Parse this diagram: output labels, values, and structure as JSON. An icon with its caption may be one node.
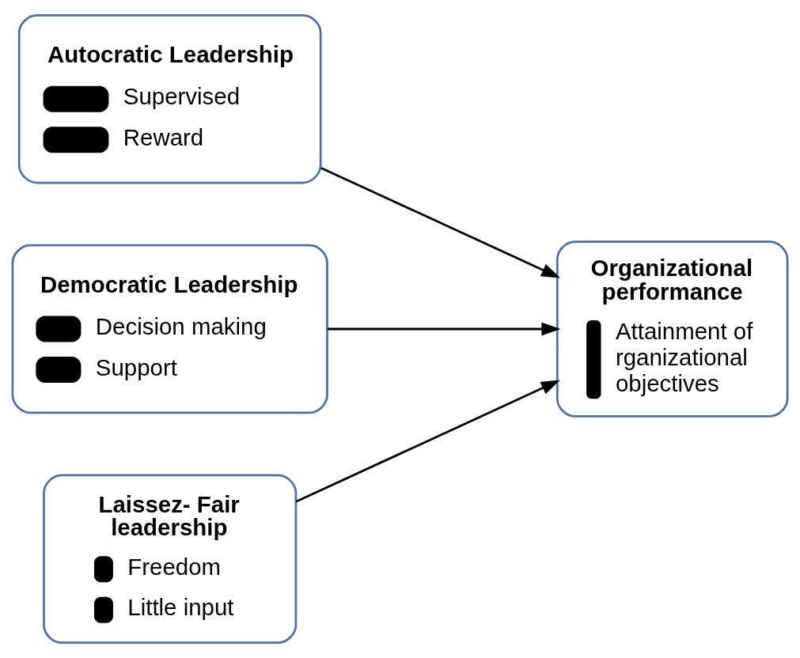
{
  "diagram": {
    "nodes": [
      {
        "text": [
          "Autocratic Leadership",
          "Supervised",
          "Reward"
        ]
      },
      {
        "text": [
          "Democratic Leadership",
          "Decision making",
          "Support"
        ]
      },
      {
        "text": [
          "Laissez- Fair leadership",
          "Freedom",
          "Little input"
        ]
      },
      {
        "text": [
          "Organizational performance",
          "Attainment of rganizational objectives"
        ]
      }
    ],
    "edges": [
      {
        "from": 0,
        "to": 3,
        "arrow": "to"
      },
      {
        "from": 1,
        "to": 3,
        "arrow": "to"
      },
      {
        "from": 2,
        "to": 3,
        "arrow": "to"
      }
    ]
  }
}
